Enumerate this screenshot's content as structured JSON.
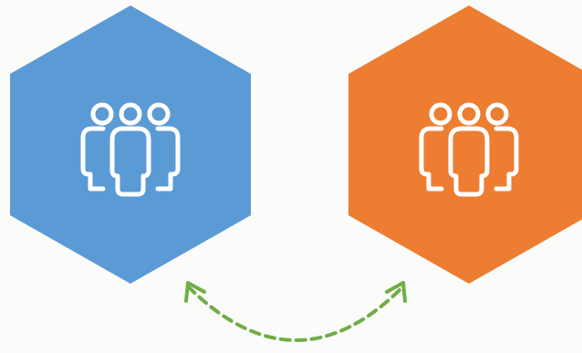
{
  "diagram": {
    "nodes": [
      {
        "id": "group-left",
        "icon": "people-group-icon",
        "fill": "#5b9bd5",
        "icon_color": "#ffffff"
      },
      {
        "id": "group-right",
        "icon": "people-group-icon",
        "fill": "#ed7d31",
        "icon_color": "#ffffff"
      }
    ],
    "connector": {
      "style": "dashed",
      "direction": "bidirectional",
      "color": "#70ad47"
    },
    "background": "#fbfbfa"
  }
}
